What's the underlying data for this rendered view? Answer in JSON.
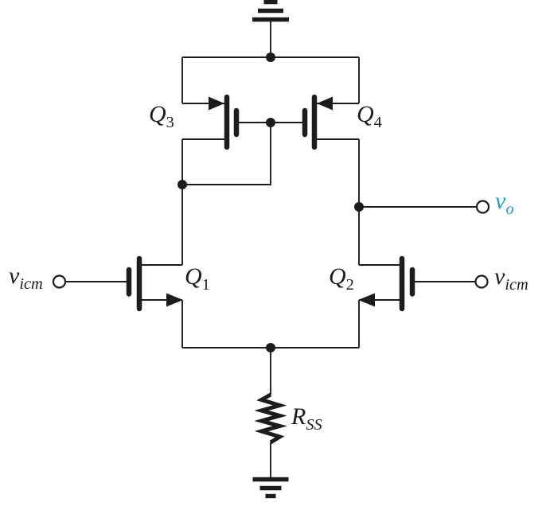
{
  "figure": {
    "kind": "circuit-diagram",
    "background": "#ffffff",
    "line_color": "#1c1c1c",
    "accent_color": "#1B9CD8"
  },
  "labels": {
    "q1": {
      "main": "Q",
      "sub": "1"
    },
    "q2": {
      "main": "Q",
      "sub": "2"
    },
    "q3": {
      "main": "Q",
      "sub": "3"
    },
    "q4": {
      "main": "Q",
      "sub": "4"
    },
    "vicm_left": {
      "main": "v",
      "sub": "icm"
    },
    "vicm_right": {
      "main": "v",
      "sub": "icm"
    },
    "vo": {
      "main": "v",
      "sub": "o"
    },
    "rss": {
      "main": "R",
      "sub": "SS"
    }
  }
}
